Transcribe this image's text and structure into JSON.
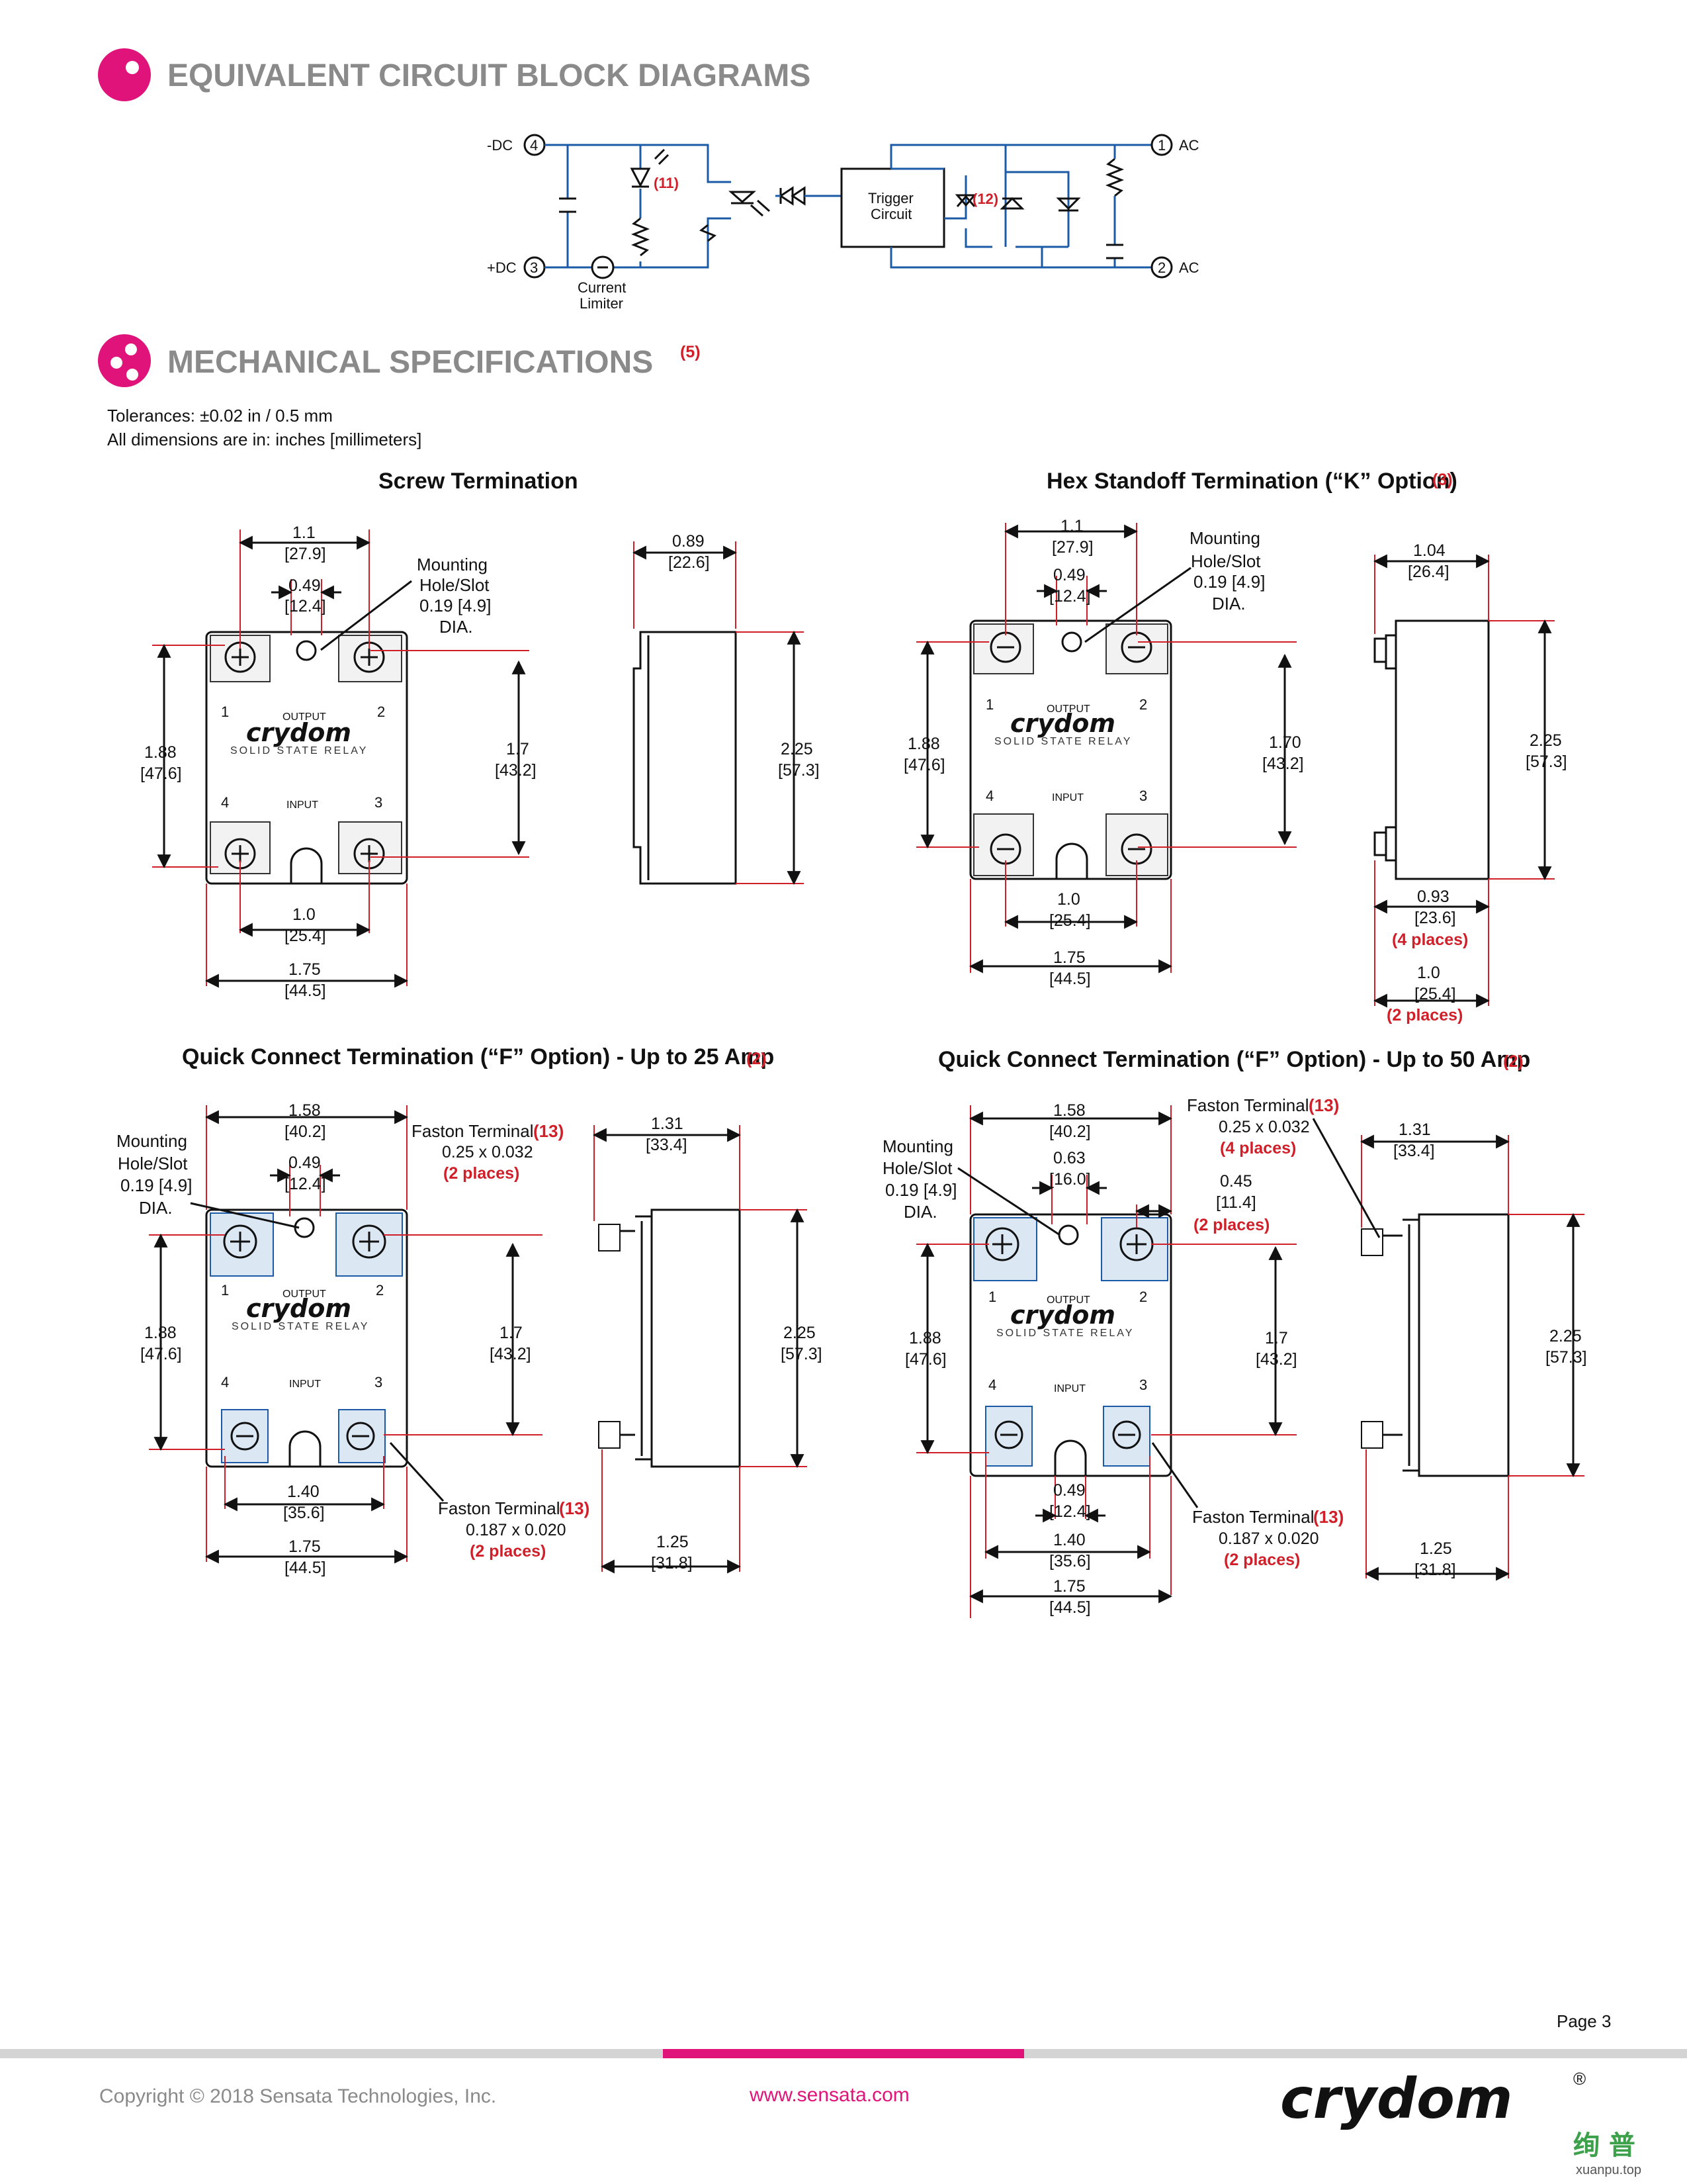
{
  "sections": {
    "circuit_title": "EQUIVALENT CIRCUIT BLOCK DIAGRAMS",
    "mech_title": "MECHANICAL SPECIFICATIONS",
    "mech_note": "(5)"
  },
  "tolerances": {
    "line1": "Tolerances: ±0.02 in / 0.5 mm",
    "line2": "All dimensions are in: inches [millimeters]"
  },
  "schematic": {
    "neg_dc": "-DC",
    "pos_dc": "+DC",
    "pin4": "4",
    "pin3": "3",
    "pin1": "1",
    "pin2": "2",
    "ac1": "AC",
    "ac2": "AC",
    "note11": "(11)",
    "note12": "(12)",
    "limiter1": "Current",
    "limiter2": "Limiter",
    "trigger1": "Trigger",
    "trigger2": "Circuit"
  },
  "relay": {
    "brand": "crydom",
    "subtitle": "SOLID STATE RELAY",
    "output": "OUTPUT",
    "input": "INPUT",
    "t1": "1",
    "t2": "2",
    "t3": "3",
    "t4": "4"
  },
  "screw": {
    "heading": "Screw Termination",
    "w_top": "1.1",
    "w_top_mm": "[27.9]",
    "hole": "0.49",
    "hole_mm": "[12.4]",
    "mount1": "Mounting",
    "mount2": "Hole/Slot",
    "mount3": "0.19 [4.9]",
    "mount4": "DIA.",
    "h_left": "1.88",
    "h_left_mm": "[47.6]",
    "h_mid": "1.7",
    "h_mid_mm": "[43.2]",
    "h_right": "2.25",
    "h_right_mm": "[57.3]",
    "depth": "0.89",
    "depth_mm": "[22.6]",
    "w_bot": "1.0",
    "w_bot_mm": "[25.4]",
    "w_full": "1.75",
    "w_full_mm": "[44.5]"
  },
  "hex": {
    "heading": "Hex Standoff Termination (“K” Option)",
    "heading_note": "(3)",
    "w_top": "1.1",
    "w_top_mm": "[27.9]",
    "hole": "0.49",
    "hole_mm": "[12.4]",
    "mount1": "Mounting",
    "mount2": "Hole/Slot",
    "mount3": "0.19 [4.9]",
    "mount4": "DIA.",
    "h_left": "1.88",
    "h_left_mm": "[47.6]",
    "h_mid": "1.70",
    "h_mid_mm": "[43.2]",
    "h_right": "2.25",
    "h_right_mm": "[57.3]",
    "depth": "1.04",
    "depth_mm": "[26.4]",
    "w_bot": "1.0",
    "w_bot_mm": "[25.4]",
    "w_full": "1.75",
    "w_full_mm": "[44.5]",
    "stand1": "0.93",
    "stand1_mm": "[23.6]",
    "stand1_note": "(4 places)",
    "stand2": "1.0",
    "stand2_mm": "[25.4]",
    "stand2_note": "(2 places)"
  },
  "qc25": {
    "heading": "Quick Connect Termination (“F” Option)  -  Up to 25 Amp",
    "heading_note": "(2)",
    "w_top": "1.58",
    "w_top_mm": "[40.2]",
    "hole": "0.49",
    "hole_mm": "[12.4]",
    "mount1": "Mounting",
    "mount2": "Hole/Slot",
    "mount3": "0.19 [4.9]",
    "mount4": "DIA.",
    "faston_top1": "Faston Terminal",
    "faston_top_note": "(13)",
    "faston_top2": "0.25 x 0.032",
    "faston_top3": "(2 places)",
    "depth": "1.31",
    "depth_mm": "[33.4]",
    "h_left": "1.88",
    "h_left_mm": "[47.6]",
    "h_mid": "1.7",
    "h_mid_mm": "[43.2]",
    "h_right": "2.25",
    "h_right_mm": "[57.3]",
    "w_bot": "1.40",
    "w_bot_mm": "[35.6]",
    "w_full": "1.75",
    "w_full_mm": "[44.5]",
    "faston_bot1": "Faston Terminal",
    "faston_bot_note": "(13)",
    "faston_bot2": "0.187 x 0.020",
    "faston_bot3": "(2 places)",
    "depth2": "1.25",
    "depth2_mm": "[31.8]"
  },
  "qc50": {
    "heading": "Quick Connect Termination (“F” Option)  -  Up to 50 Amp",
    "heading_note": "(2)",
    "faston_top1": "Faston Terminal",
    "faston_top_note": "(13)",
    "faston_top2": "0.25 x 0.032",
    "faston_top3": "(4 places)",
    "w_top": "1.58",
    "w_top_mm": "[40.2]",
    "hole": "0.63",
    "hole_mm": "[16.0]",
    "mount1": "Mounting",
    "mount2": "Hole/Slot",
    "mount3": "0.19 [4.9]",
    "mount4": "DIA.",
    "offset": "0.45",
    "offset_mm": "[11.4]",
    "offset_note": "(2 places)",
    "depth": "1.31",
    "depth_mm": "[33.4]",
    "h_left": "1.88",
    "h_left_mm": "[47.6]",
    "h_mid": "1.7",
    "h_mid_mm": "[43.2]",
    "h_right": "2.25",
    "h_right_mm": "[57.3]",
    "slot": "0.49",
    "slot_mm": "[12.4]",
    "w_bot": "1.40",
    "w_bot_mm": "[35.6]",
    "w_full": "1.75",
    "w_full_mm": "[44.5]",
    "faston_bot1": "Faston Terminal",
    "faston_bot_note": "(13)",
    "faston_bot2": "0.187 x 0.020",
    "faston_bot3": "(2 places)",
    "depth2": "1.25",
    "depth2_mm": "[31.8]"
  },
  "footer": {
    "page": "Page 3",
    "copyright": "Copyright © 2018 Sensata Technologies, Inc.",
    "url": "www.sensata.com",
    "brand": "crydom",
    "reg": "®",
    "watermark1": "绚 普",
    "watermark2": "xuanpu.top"
  },
  "colors": {
    "accent": "#e0137b",
    "dimension_red": "#d11f2a",
    "schematic_blue": "#1a5aa6",
    "heading_grey": "#8a8a8a"
  }
}
